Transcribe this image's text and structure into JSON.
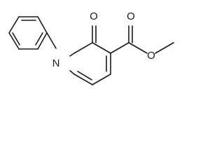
{
  "structure": {
    "atoms": {
      "n1": "N",
      "o_ketone": "O",
      "o_ester_carbonyl": "O",
      "o_ester_ether": "O"
    }
  }
}
